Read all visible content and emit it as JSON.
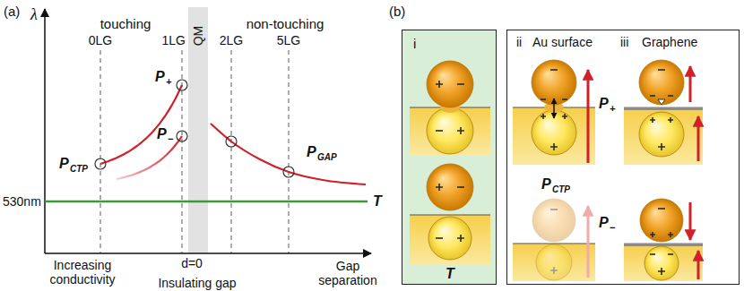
{
  "diagram": {
    "nodes": [
      {
        "text": [
          "i",
          "T"
        ]
      },
      {
        "text": [
          "ii",
          "Au surface",
          "iii",
          "Graphene",
          "P",
          "CTP",
          "P",
          "+",
          "P",
          "−"
        ]
      }
    ],
    "labels": [
      "(a)",
      "λ",
      "touching",
      "QM",
      "non-touching",
      "0LG",
      "1LG",
      "2LG",
      "5LG",
      "P",
      "CTP",
      "P",
      "+",
      "P",
      "−",
      "P",
      "GAP",
      "530nm",
      "T",
      "Increasing conductivity",
      "d=0",
      "Insulating gap",
      "Gap separation",
      "(b)"
    ]
  }
}
